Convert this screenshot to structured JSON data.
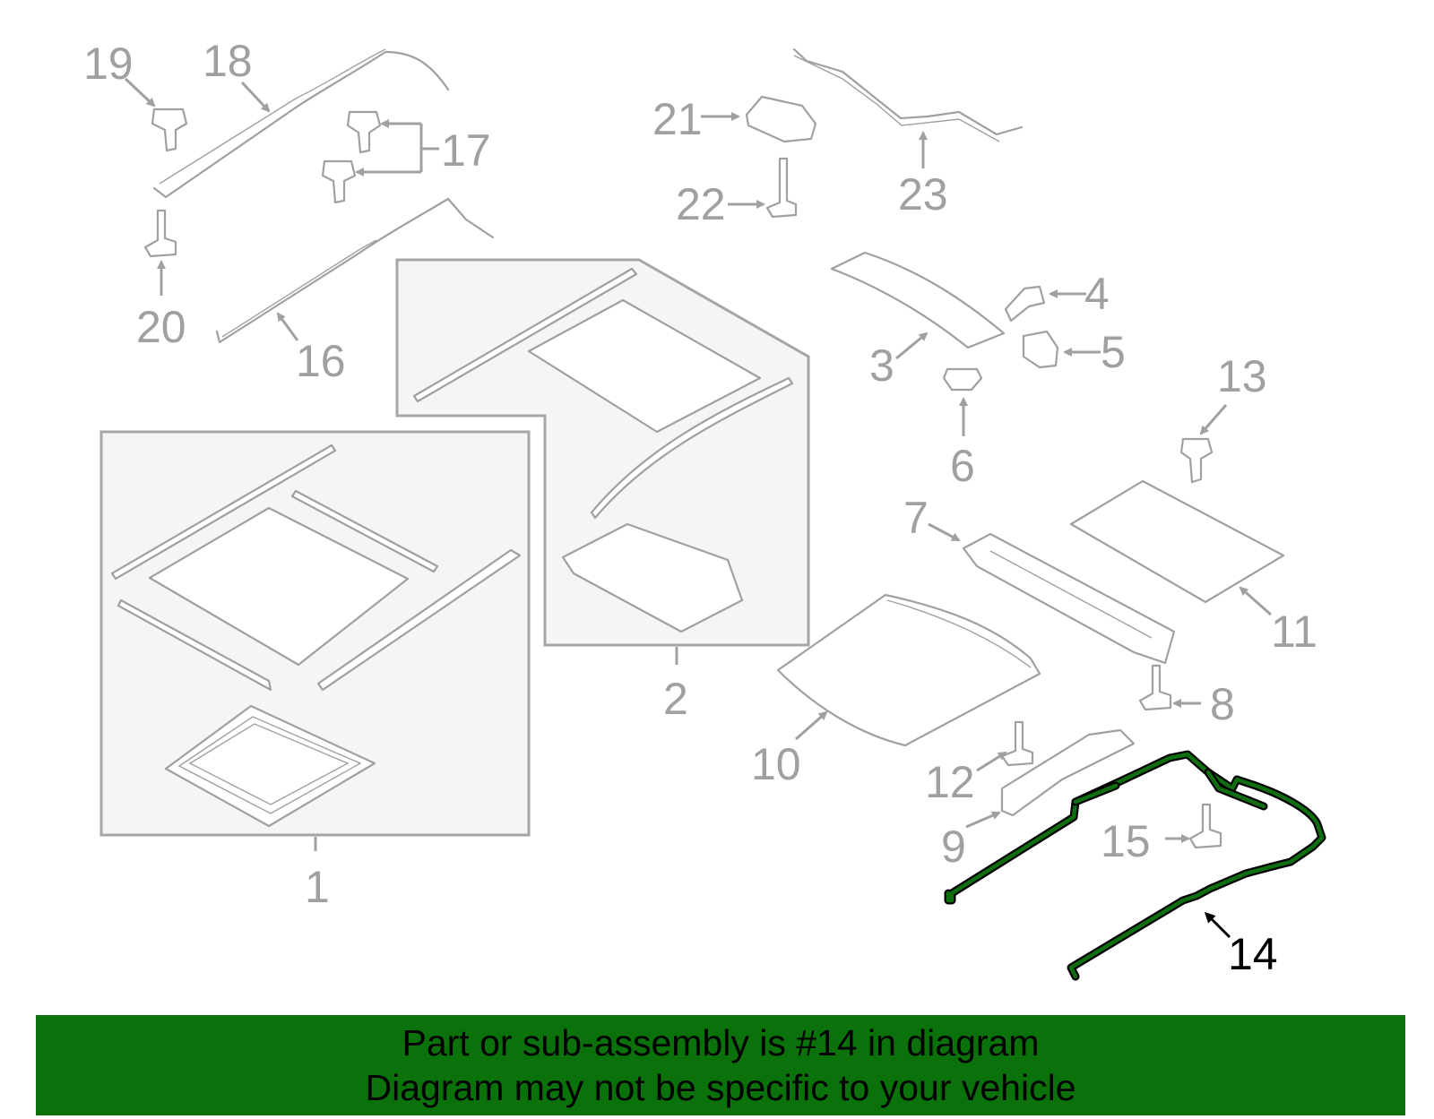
{
  "diagram": {
    "highlighted_part": "14",
    "labels": [
      "1",
      "2",
      "3",
      "4",
      "5",
      "6",
      "7",
      "8",
      "9",
      "10",
      "11",
      "12",
      "13",
      "14",
      "15",
      "16",
      "17",
      "18",
      "19",
      "20",
      "21",
      "22",
      "23"
    ],
    "highlight_color": "#0b710b"
  },
  "banner": {
    "line1": "Part or sub-assembly is #14 in diagram",
    "line2": "Diagram may not be specific to your vehicle"
  }
}
